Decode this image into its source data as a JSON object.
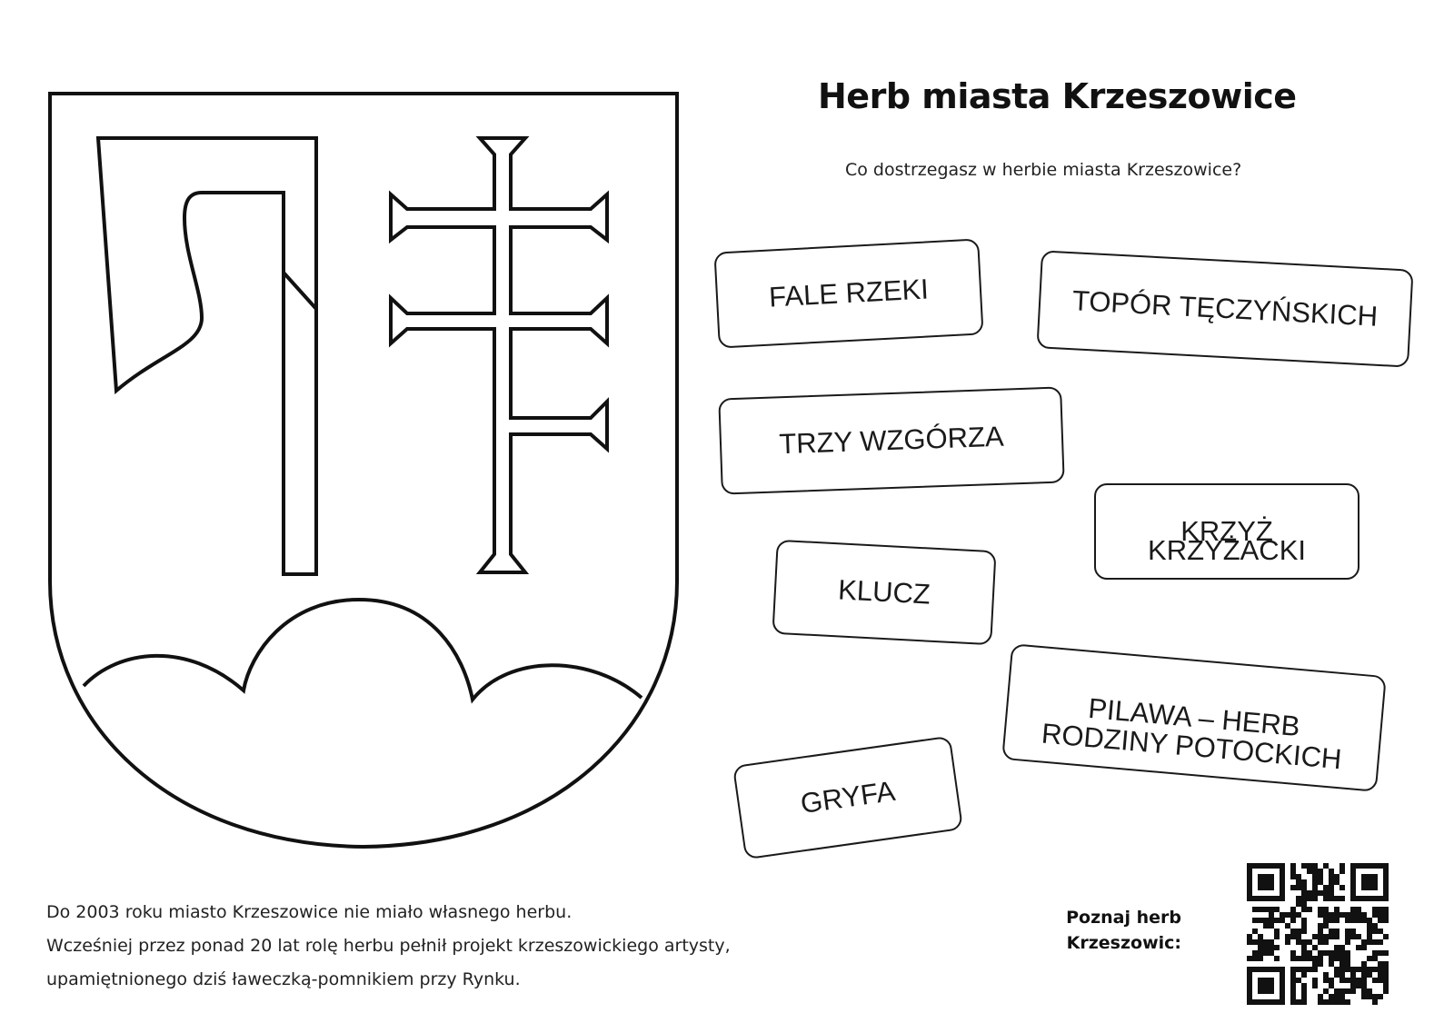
{
  "page": {
    "title": "Herb miasta Krzeszowice",
    "question": "Co dostrzegasz w herbie miasta Krzeszowice?"
  },
  "shield": {
    "elements": [
      "axe-icon",
      "double-cross-icon",
      "three-hills-icon"
    ]
  },
  "cards": [
    {
      "lines": [
        "FALE RZEKI"
      ]
    },
    {
      "lines": [
        "TOPÓR TĘCZYŃSKICH"
      ]
    },
    {
      "lines": [
        "TRZY WZGÓRZA"
      ]
    },
    {
      "lines": [
        "KRZYŻ",
        "KRZYŻACKI"
      ]
    },
    {
      "lines": [
        "KLUCZ"
      ]
    },
    {
      "lines": [
        "PILAWA – HERB",
        "RODZINY POTOCKICH"
      ]
    },
    {
      "lines": [
        "GRYFA"
      ]
    }
  ],
  "description": {
    "lines": [
      "Do 2003 roku miasto Krzeszowice nie miało własnego herbu.",
      "Wcześniej przez ponad 20 lat rolę herbu pełnił projekt krzeszowickiego artysty,",
      "upamiętnionego dziś ławeczką-pomnikiem przy Rynku."
    ]
  },
  "qr": {
    "label_lines": [
      "Poznaj herb",
      "Krzeszowic:"
    ],
    "icon": "qr-code-icon"
  },
  "colors": {
    "ink": "#1a1a1a",
    "paper": "#ffffff"
  }
}
